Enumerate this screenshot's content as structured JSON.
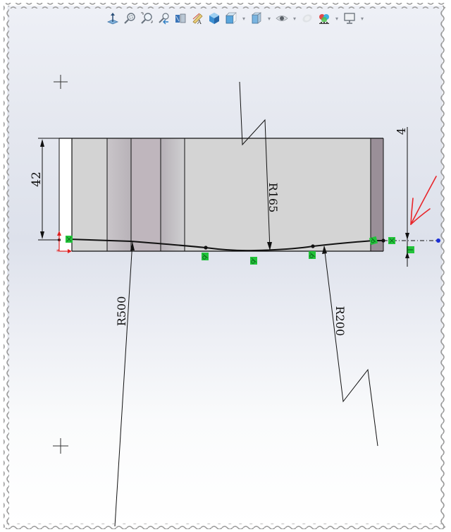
{
  "toolbar": {
    "items": [
      {
        "icon": "normal-to-icon"
      },
      {
        "icon": "zoom-to-fit-icon"
      },
      {
        "icon": "zoom-to-area-icon"
      },
      {
        "icon": "previous-view-icon"
      },
      {
        "icon": "section-view-icon"
      },
      {
        "icon": "dynamic-annotation-icon"
      },
      {
        "icon": "view-orientation-icon"
      },
      {
        "icon": "display-style-icon",
        "dropdown": true
      },
      {
        "icon": "hide-show-items-icon",
        "dropdown": true
      },
      {
        "icon": "edit-appearance-icon",
        "dropdown": true
      },
      {
        "icon": "apply-scene-icon",
        "dropdown": false
      },
      {
        "icon": "view-settings-icon",
        "dropdown": true
      },
      {
        "icon": "display-monitor-icon",
        "dropdown": true
      }
    ],
    "dropdown_glyph": "▾"
  },
  "sketch": {
    "dimensions": {
      "height_42": "42",
      "offset_4": "4",
      "radius_165": "R165",
      "radius_500": "R500",
      "radius_200": "R200"
    },
    "colors": {
      "line": "#111111",
      "relation_green": "#22c33a",
      "origin_red": "#e02020",
      "annotation_red": "#e8252a",
      "point_blue": "#1b2fd6",
      "face_light": "#d3d3d3",
      "face_mauve": "#bfb6bd",
      "face_dark": "#9a8f98"
    }
  },
  "annotation": {
    "arrow": "red-hand-drawn-arrow"
  }
}
